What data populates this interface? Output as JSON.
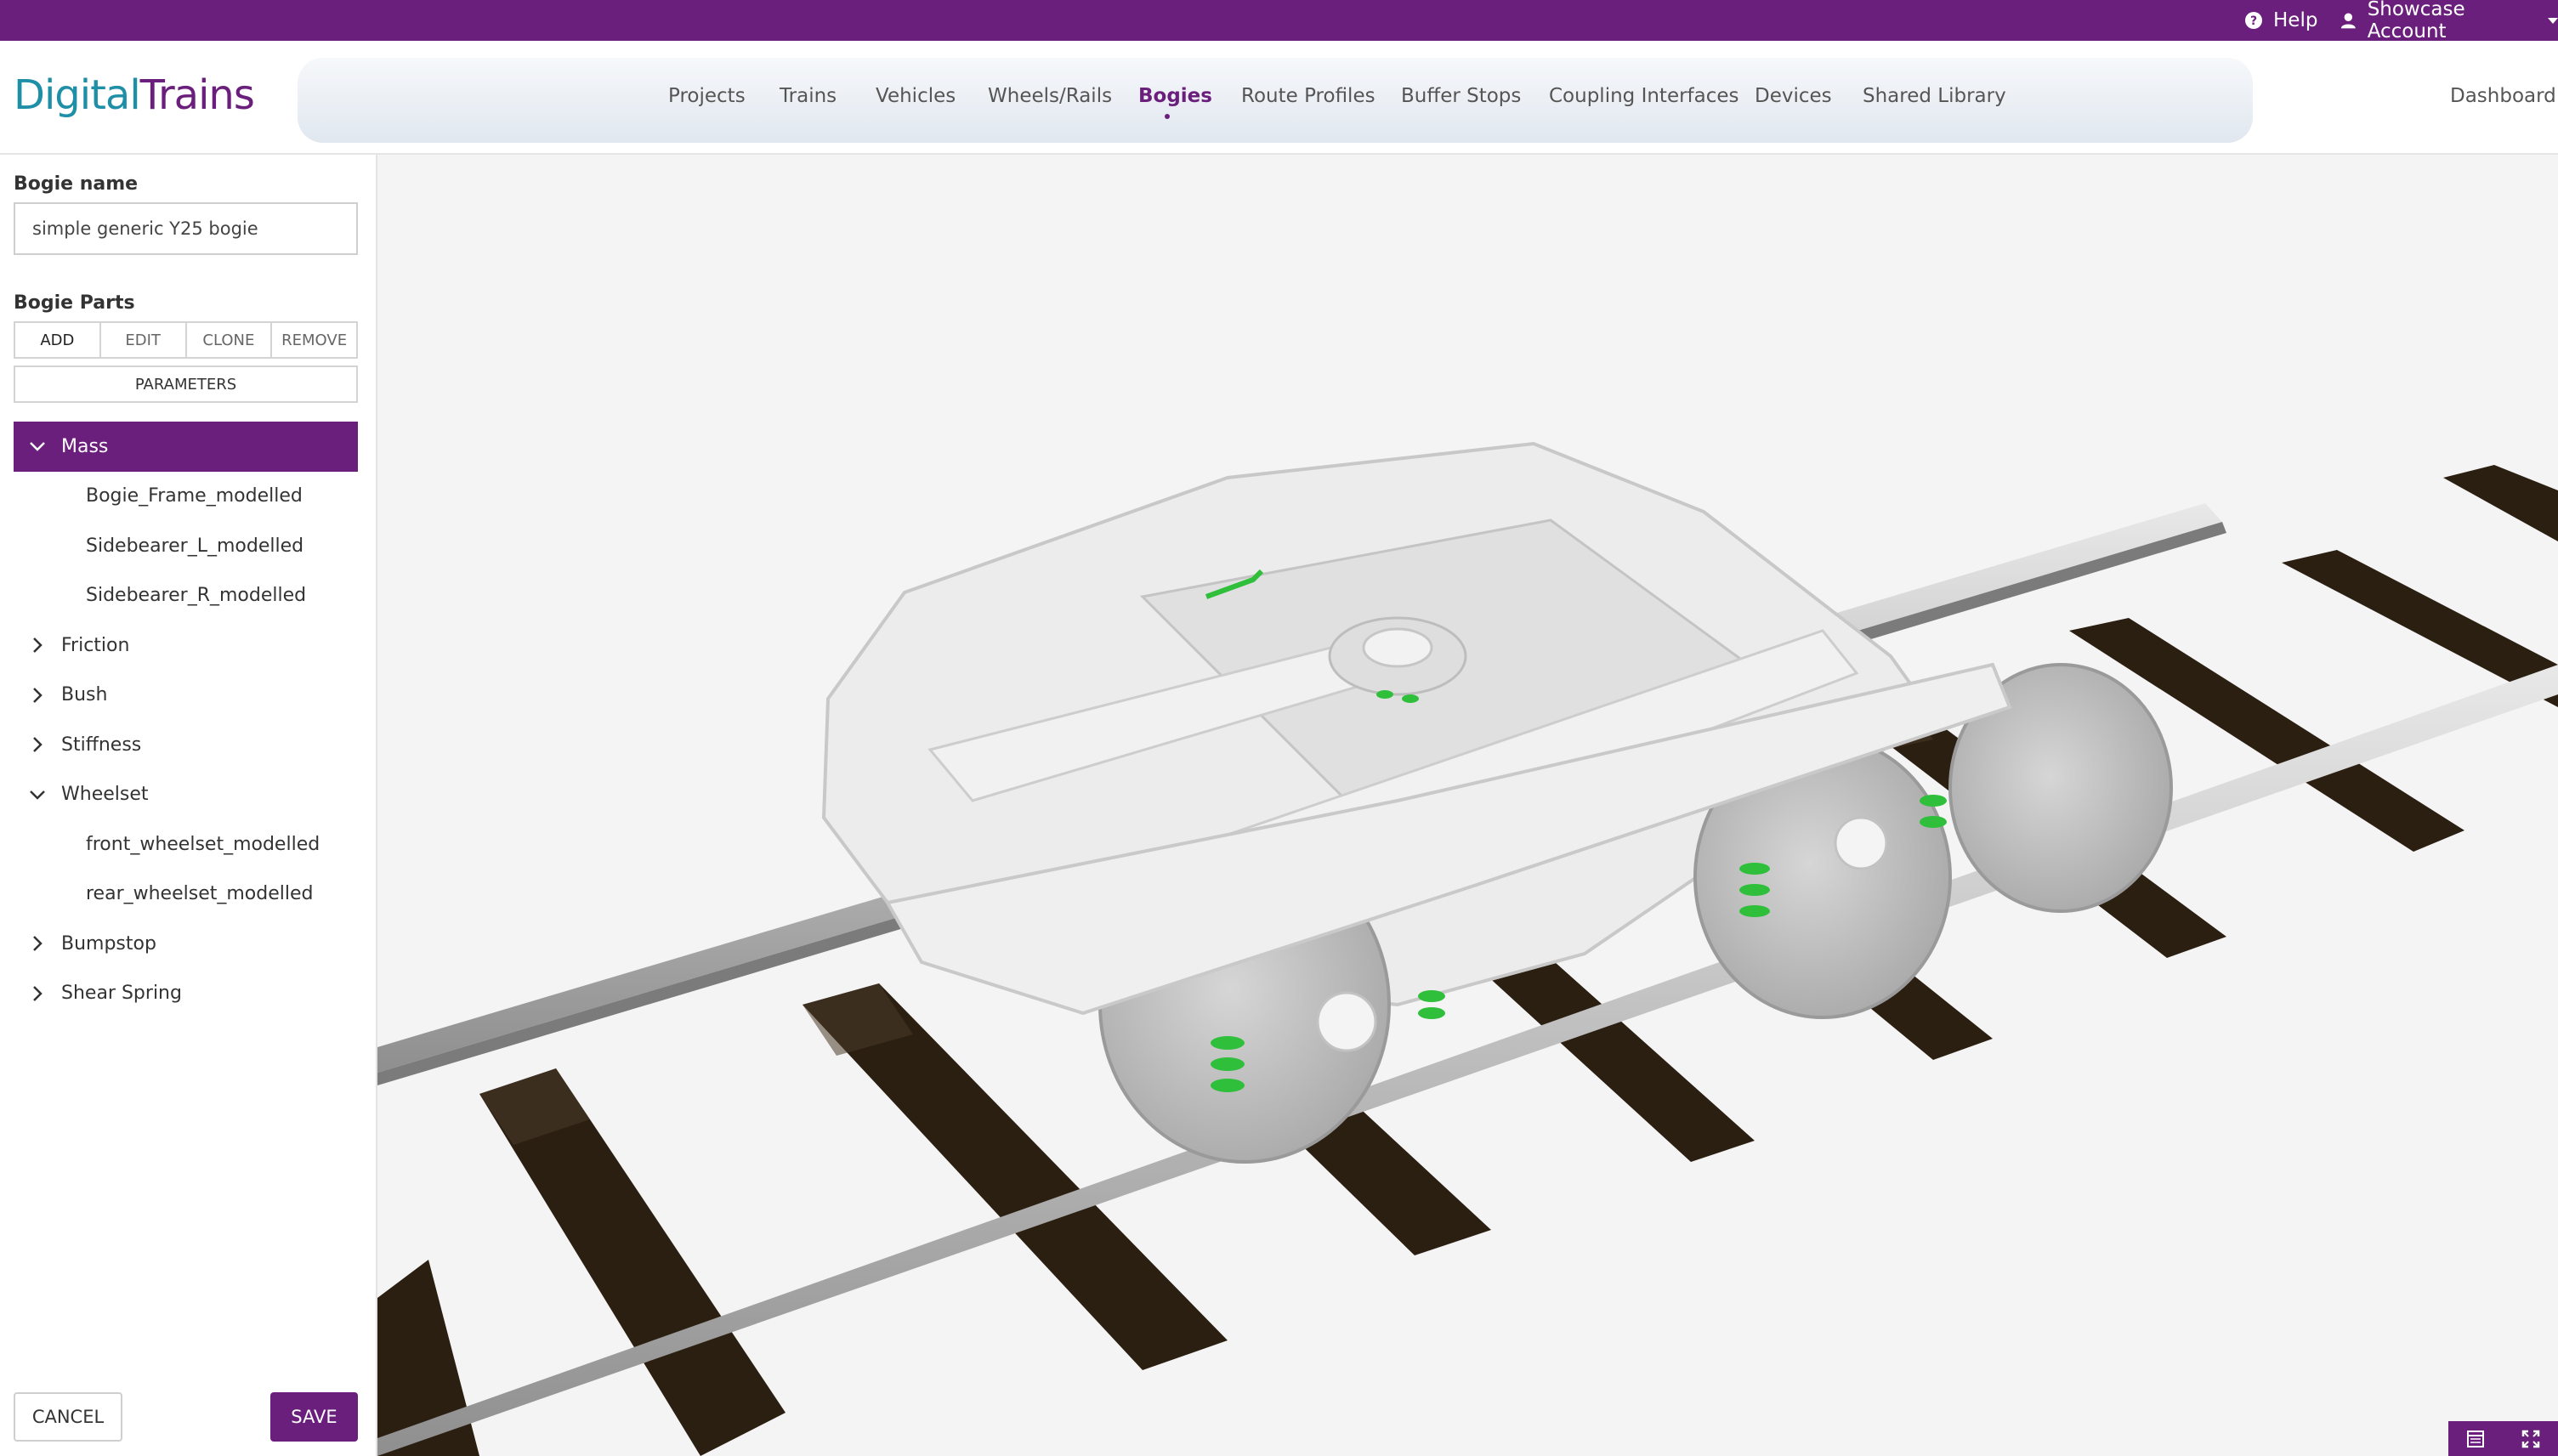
{
  "topbar": {
    "help_label": "Help",
    "account_label": "Showcase Account"
  },
  "logo": {
    "part1": "Digital",
    "part2": "Trains"
  },
  "nav": {
    "items": [
      "Projects",
      "Trains",
      "Vehicles",
      "Wheels/Rails",
      "Bogies",
      "Route Profiles",
      "Buffer Stops",
      "Coupling Interfaces",
      "Devices",
      "Shared Library"
    ],
    "active": "Bogies",
    "dashboard": "Dashboard"
  },
  "sidebar": {
    "bogie_name_label": "Bogie name",
    "bogie_name_value": "simple generic Y25 bogie",
    "parts_label": "Bogie Parts",
    "actions": [
      "ADD",
      "EDIT",
      "CLONE",
      "REMOVE"
    ],
    "parameters_label": "PARAMETERS",
    "tree": [
      {
        "label": "Mass",
        "expanded": true,
        "selected": true,
        "children": [
          "Bogie_Frame_modelled",
          "Sidebearer_L_modelled",
          "Sidebearer_R_modelled"
        ]
      },
      {
        "label": "Friction",
        "expanded": false
      },
      {
        "label": "Bush",
        "expanded": false
      },
      {
        "label": "Stiffness",
        "expanded": false
      },
      {
        "label": "Wheelset",
        "expanded": true,
        "children": [
          "front_wheelset_modelled",
          "rear_wheelset_modelled"
        ]
      },
      {
        "label": "Bumpstop",
        "expanded": false
      },
      {
        "label": "Shear Spring",
        "expanded": false
      }
    ],
    "cancel_label": "CANCEL",
    "save_label": "SAVE"
  },
  "colors": {
    "brand_purple": "#6b1f7c",
    "logo_teal": "#1f8fa8"
  },
  "icons": {
    "help": "help-circle-icon",
    "account": "user-icon",
    "expanded": "chevron-down-icon",
    "collapsed": "chevron-right-icon",
    "view_tool_1": "panel-icon",
    "view_tool_2": "fullscreen-icon"
  }
}
